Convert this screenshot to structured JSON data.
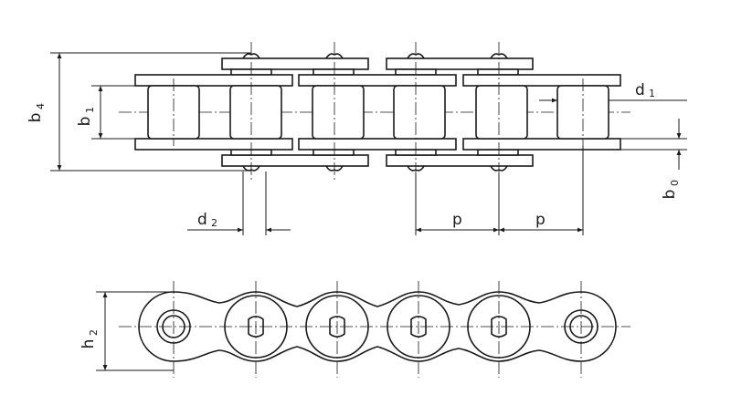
{
  "labels": {
    "b4": {
      "main": "b",
      "sub": "4"
    },
    "b1": {
      "main": "b",
      "sub": "1"
    },
    "d1": {
      "main": "d",
      "sub": "1"
    },
    "b0": {
      "main": "b",
      "sub": "0"
    },
    "d2": {
      "main": "d",
      "sub": "2"
    },
    "p": "p",
    "h2": {
      "main": "h",
      "sub": "2"
    }
  },
  "colors": {
    "line": "#1a1a1a",
    "background": "#ffffff"
  }
}
